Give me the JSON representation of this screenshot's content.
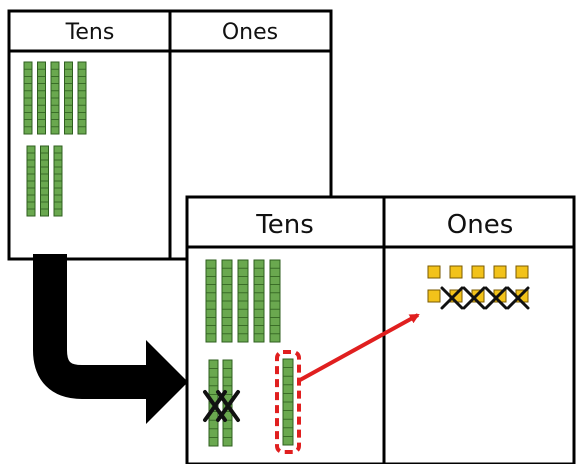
{
  "chart_top": {
    "headers": {
      "tens": "Tens",
      "ones": "Ones"
    },
    "tens_rods_row1": 5,
    "tens_rods_row2": 3,
    "ones_cubes": 0
  },
  "chart_bottom": {
    "headers": {
      "tens": "Tens",
      "ones": "Ones"
    },
    "tens_rods_row1": 5,
    "tens_rods_crossed": 2,
    "tens_rod_regrouped": 1,
    "ones_cubes_total": 10,
    "ones_cubes_crossed": 4
  },
  "colors": {
    "rod_fill": "#6aa84f",
    "rod_stroke": "#2f5f1f",
    "cube_fill": "#f2c21a",
    "cube_stroke": "#7a5a00",
    "highlight": "#e01f1f",
    "border": "#000000"
  },
  "icons": {
    "transition_arrow": "curved-arrow-icon",
    "regroup_arrow": "red-arrow-icon",
    "cross_mark": "x-mark-icon"
  }
}
